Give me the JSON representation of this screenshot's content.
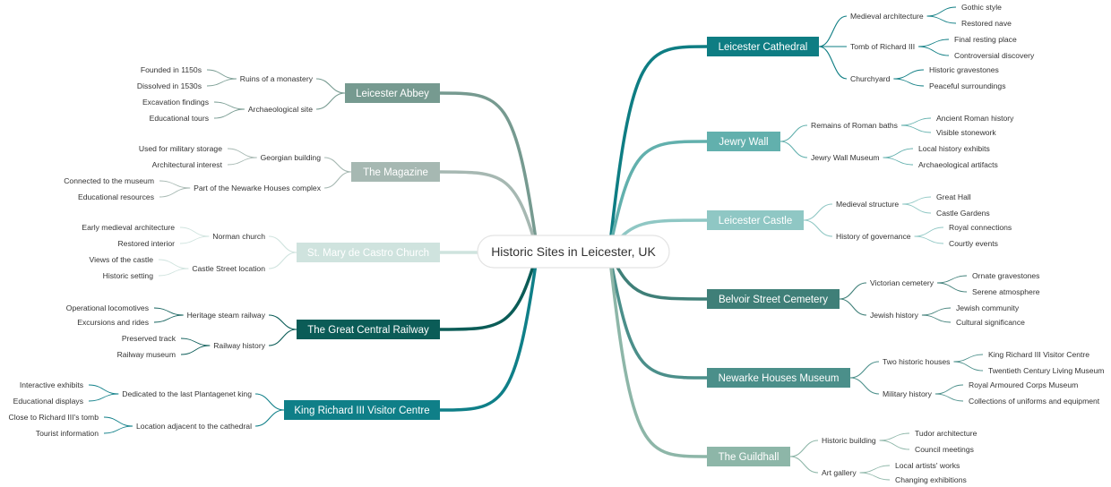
{
  "root": {
    "title": "Historic Sites in Leicester, UK"
  },
  "branches": [
    {
      "label": "Leicester Cathedral",
      "side": "right",
      "color": "#0e7d83",
      "children": [
        {
          "label": "Medieval architecture",
          "leaves": [
            "Gothic style",
            "Restored nave"
          ]
        },
        {
          "label": "Tomb of Richard III",
          "leaves": [
            "Final resting place",
            "Controversial discovery"
          ]
        },
        {
          "label": "Churchyard",
          "leaves": [
            "Historic gravestones",
            "Peaceful surroundings"
          ]
        }
      ]
    },
    {
      "label": "Jewry Wall",
      "side": "right",
      "color": "#62b0ad",
      "children": [
        {
          "label": "Remains of Roman baths",
          "leaves": [
            "Ancient Roman history",
            "Visible stonework"
          ]
        },
        {
          "label": "Jewry Wall Museum",
          "leaves": [
            "Local history exhibits",
            "Archaeological artifacts"
          ]
        }
      ]
    },
    {
      "label": "Leicester Castle",
      "side": "right",
      "color": "#8fc7c4",
      "children": [
        {
          "label": "Medieval structure",
          "leaves": [
            "Great Hall",
            "Castle Gardens"
          ]
        },
        {
          "label": "History of governance",
          "leaves": [
            "Royal connections",
            "Courtly events"
          ]
        }
      ]
    },
    {
      "label": "Belvoir Street Cemetery",
      "side": "right",
      "color": "#3f7f78",
      "children": [
        {
          "label": "Victorian cemetery",
          "leaves": [
            "Ornate gravestones",
            "Serene atmosphere"
          ]
        },
        {
          "label": "Jewish history",
          "leaves": [
            "Jewish community",
            "Cultural significance"
          ]
        }
      ]
    },
    {
      "label": "Newarke Houses Museum",
      "side": "right",
      "color": "#4b8f8a",
      "children": [
        {
          "label": "Two historic houses",
          "leaves": [
            "King Richard III Visitor Centre",
            "Twentieth Century Living Museum"
          ]
        },
        {
          "label": "Military history",
          "leaves": [
            "Royal Armoured Corps Museum",
            "Collections of uniforms and equipment"
          ]
        }
      ]
    },
    {
      "label": "The Guildhall",
      "side": "right",
      "color": "#8db6a8",
      "children": [
        {
          "label": "Historic building",
          "leaves": [
            "Tudor architecture",
            "Council meetings"
          ]
        },
        {
          "label": "Art gallery",
          "leaves": [
            "Local artists' works",
            "Changing exhibitions"
          ]
        }
      ]
    },
    {
      "label": "Leicester Abbey",
      "side": "left",
      "color": "#769a90",
      "children": [
        {
          "label": "Ruins of a monastery",
          "leaves": [
            "Founded in 1150s",
            "Dissolved in 1530s"
          ]
        },
        {
          "label": "Archaeological site",
          "leaves": [
            "Excavation findings",
            "Educational tours"
          ]
        }
      ]
    },
    {
      "label": "The Magazine",
      "side": "left",
      "color": "#a6b8b2",
      "children": [
        {
          "label": "Georgian building",
          "leaves": [
            "Used for military storage",
            "Architectural interest"
          ]
        },
        {
          "label": "Part of the Newarke Houses complex",
          "leaves": [
            "Connected to the museum",
            "Educational resources"
          ]
        }
      ]
    },
    {
      "label": "St. Mary de Castro Church",
      "side": "left",
      "color": "#cfe3de",
      "children": [
        {
          "label": "Norman church",
          "leaves": [
            "Early medieval architecture",
            "Restored interior"
          ]
        },
        {
          "label": "Castle Street location",
          "leaves": [
            "Views of the castle",
            "Historic setting"
          ]
        }
      ]
    },
    {
      "label": "The Great Central Railway",
      "side": "left",
      "color": "#0b5c57",
      "children": [
        {
          "label": "Heritage steam railway",
          "leaves": [
            "Operational locomotives",
            "Excursions and rides"
          ]
        },
        {
          "label": "Railway history",
          "leaves": [
            "Preserved track",
            "Railway museum"
          ]
        }
      ]
    },
    {
      "label": "King Richard III Visitor Centre",
      "side": "left",
      "color": "#0f7f88",
      "children": [
        {
          "label": "Dedicated to the last Plantagenet king",
          "leaves": [
            "Interactive exhibits",
            "Educational displays"
          ]
        },
        {
          "label": "Location adjacent to the cathedral",
          "leaves": [
            "Close to Richard III's tomb",
            "Tourist information"
          ]
        }
      ]
    }
  ]
}
